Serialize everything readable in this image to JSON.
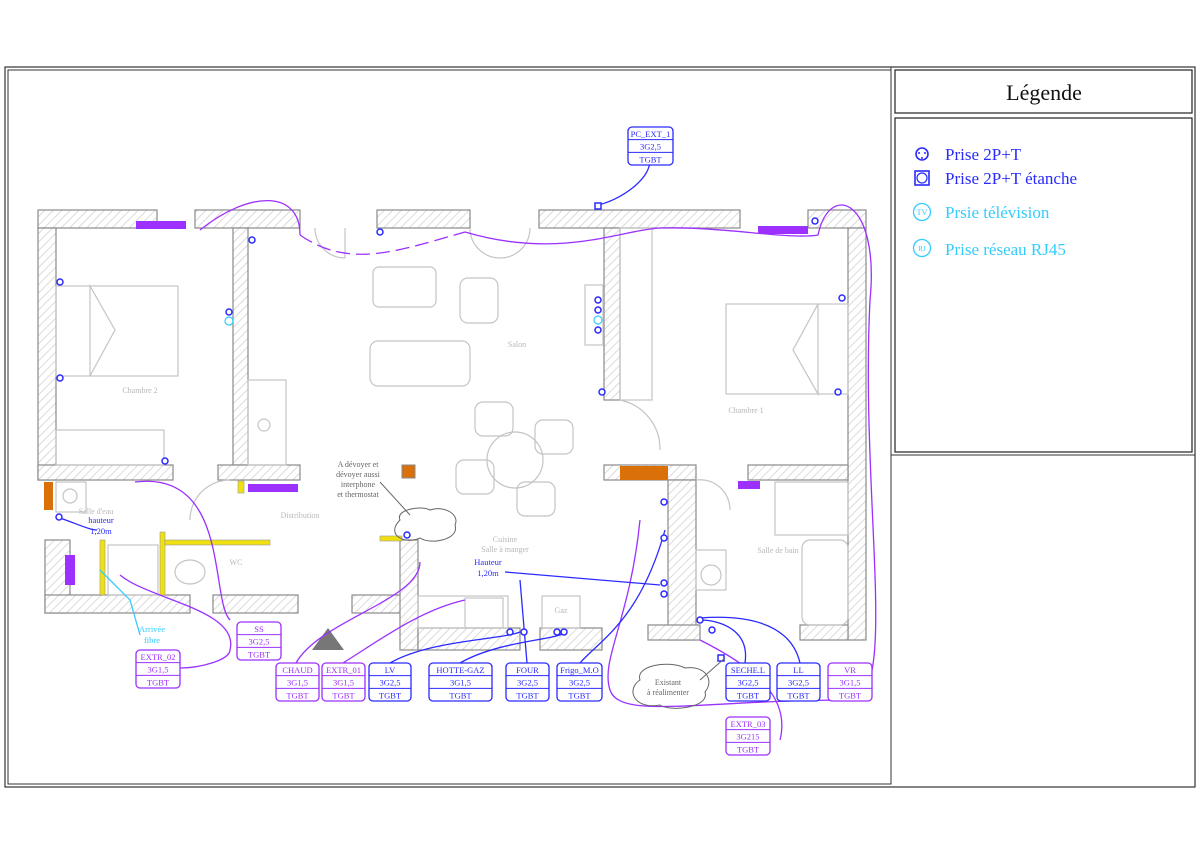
{
  "legend": {
    "title": "Légende",
    "items": [
      {
        "symbol": "socket-icon",
        "label": "Prise 2P+T",
        "color": "#2a2aff"
      },
      {
        "symbol": "waterproof-socket-icon",
        "label": "Prise 2P+T étanche",
        "color": "#2a2aff"
      },
      {
        "symbol": "tv-socket-icon",
        "symbol_text": "TV",
        "label": "Prsie télévision",
        "color": "#33ccff"
      },
      {
        "symbol": "rj45-socket-icon",
        "symbol_text": "RJ",
        "label": "Prise réseau RJ45",
        "color": "#33ccff"
      }
    ]
  },
  "rooms": {
    "chambre2": "Chambre 2",
    "salon": "Salon",
    "chambre1": "Chambre 1",
    "distribution": "Distribution",
    "salle_eau": "Salle d'eau",
    "wc": "WC",
    "cuisine": "Cuisine",
    "salle_manger": "Salle à manger",
    "salle_bain": "Salle de bain"
  },
  "notes": {
    "devoyer": [
      "A dévoyer et",
      "dévoyer aussi",
      "interphone",
      "et thermostat"
    ],
    "hauteur_sde": [
      "hauteur",
      "1,20m"
    ],
    "hauteur_cuisine": [
      "Hauteur",
      "1,20m"
    ],
    "fibre": [
      "Arrivée",
      "fibre"
    ],
    "existant": [
      "Existant",
      "à réalimenter"
    ],
    "gaz": "Gaz"
  },
  "colors": {
    "power": "#2a2aff",
    "lighting": "#9b30ff",
    "network": "#33ccff"
  },
  "circuits": [
    {
      "name": "EXTR_02",
      "cable": "3G1,5",
      "source": "TGBT",
      "color": "#9b30ff"
    },
    {
      "name": "SS",
      "cable": "3G2,5",
      "source": "TGBT",
      "color": "#9b30ff"
    },
    {
      "name": "CHAUD",
      "cable": "3G1,5",
      "source": "TGBT",
      "color": "#9b30ff"
    },
    {
      "name": "EXTR_01",
      "cable": "3G1,5",
      "source": "TGBT",
      "color": "#9b30ff"
    },
    {
      "name": "LV",
      "cable": "3G2,5",
      "source": "TGBT",
      "color": "#2a2aff"
    },
    {
      "name": "HOTTE-GAZ",
      "cable": "3G1,5",
      "source": "TGBT",
      "color": "#2a2aff"
    },
    {
      "name": "FOUR",
      "cable": "3G2,5",
      "source": "TGBT",
      "color": "#2a2aff"
    },
    {
      "name": "Frigo_M.O",
      "cable": "3G2,5",
      "source": "TGBT",
      "color": "#2a2aff"
    },
    {
      "name": "SECHE.L",
      "cable": "3G2,5",
      "source": "TGBT",
      "color": "#2a2aff"
    },
    {
      "name": "LL",
      "cable": "3G2,5",
      "source": "TGBT",
      "color": "#2a2aff"
    },
    {
      "name": "VR",
      "cable": "3G1,5",
      "source": "TGBT",
      "color": "#9b30ff"
    },
    {
      "name": "EXTR_03",
      "cable": "3G215",
      "source": "TGBT",
      "color": "#9b30ff"
    },
    {
      "name": "PC_EXT_1",
      "cable": "3G2,5",
      "source": "TGBT",
      "color": "#2a2aff"
    }
  ]
}
